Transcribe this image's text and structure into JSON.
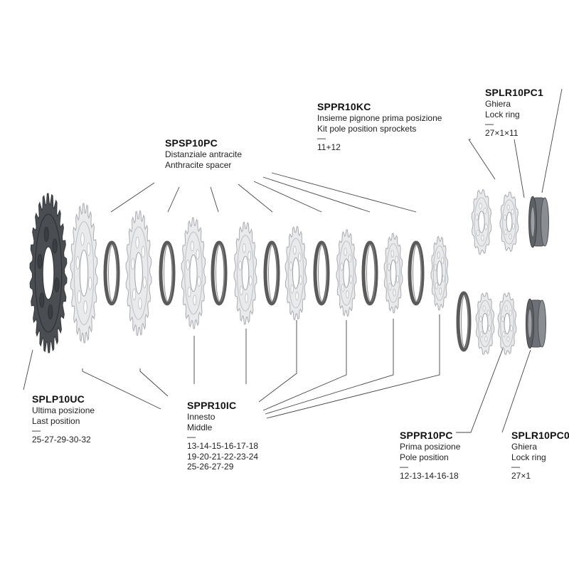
{
  "callouts": {
    "splr10pc1": {
      "code": "SPLR10PC1",
      "it": "Ghiera",
      "en": "Lock ring",
      "dash": "—",
      "sizes": [
        "27×1×11"
      ]
    },
    "sppr10kc": {
      "code": "SPPR10KC",
      "it": "Insieme pignone prima posizione",
      "en": "Kit pole position sprockets",
      "dash": "—",
      "sizes": [
        "11+12"
      ]
    },
    "spsp10pc": {
      "code": "SPSP10PC",
      "it": "Distanziale antracite",
      "en": "Anthracite spacer"
    },
    "splp10uc": {
      "code": "SPLP10UC",
      "it": "Ultima posizione",
      "en": "Last position",
      "dash": "—",
      "sizes": [
        "25-27-29-30-32"
      ]
    },
    "sppr10ic": {
      "code": "SPPR10IC",
      "it": "Innesto",
      "en": "Middle",
      "dash": "—",
      "sizes": [
        "13-14-15-16-17-18",
        "19-20-21-22-23-24",
        "25-26-27-29"
      ]
    },
    "sppr10pc": {
      "code": "SPPR10PC",
      "it": "Prima posizione",
      "en": "Pole position",
      "dash": "—",
      "sizes": [
        "12-13-14-16-18"
      ]
    },
    "splr10pc0": {
      "code": "SPLR10PC0",
      "it": "Ghiera",
      "en": "Lock ring",
      "dash": "—",
      "sizes": [
        "27×1"
      ]
    }
  },
  "colors": {
    "leader": "#444444",
    "spacer": "#5a5a5a",
    "spacer_inner": "#8a8a8a",
    "sprocket": "#e9eaec",
    "sprocket_edge": "#a9acb0",
    "dark_sprocket": "#4a4d52",
    "lockring": "#6d7076"
  }
}
